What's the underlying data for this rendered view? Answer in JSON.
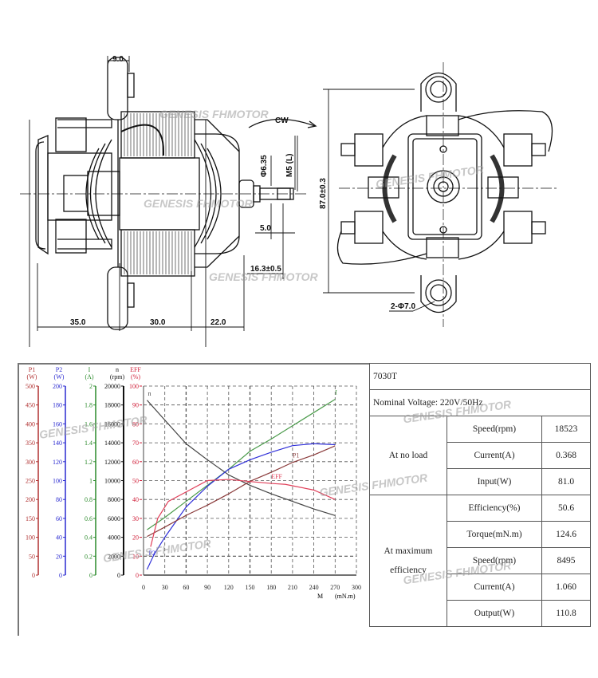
{
  "drawing": {
    "watermark": "GENESIS FHMOTOR",
    "dimensions": {
      "flange_width": "9.0",
      "rotation": "CW",
      "shaft_diameter": "Φ6.35",
      "thread": "M5 (L)",
      "height": "87.0±0.3",
      "shaft_step": "5.0",
      "shaft_length": "16.3±0.5",
      "length_a": "35.0",
      "length_b": "30.0",
      "length_c": "22.0",
      "mount_holes": "2-Φ7.0"
    }
  },
  "chart_data": {
    "type": "line",
    "title": "",
    "xlabel": "M (mN.m)",
    "x_var": "M",
    "x_unit": "(mN.m)",
    "xlim": [
      0,
      300
    ],
    "x_ticks": [
      0,
      30,
      60,
      90,
      120,
      150,
      180,
      210,
      240,
      270,
      300
    ],
    "grid": true,
    "axes": [
      {
        "name": "P1",
        "unit": "(W)",
        "color": "#b03030",
        "range": [
          0,
          500
        ],
        "ticks": [
          0,
          50,
          100,
          150,
          200,
          250,
          300,
          350,
          400,
          450,
          500
        ]
      },
      {
        "name": "P2",
        "unit": "(W)",
        "color": "#2a2ad0",
        "range": [
          0,
          200
        ],
        "ticks": [
          0,
          20,
          40,
          60,
          80,
          100,
          120,
          140,
          160,
          180,
          200
        ]
      },
      {
        "name": "I",
        "unit": "(A)",
        "color": "#2a8a2a",
        "range": [
          0,
          2
        ],
        "ticks": [
          0,
          0.2,
          0.4,
          0.6,
          0.8,
          1,
          1.2,
          1.4,
          1.6,
          1.8,
          2
        ]
      },
      {
        "name": "n",
        "unit": "(rpm)",
        "color": "#111111",
        "range": [
          0,
          20000
        ],
        "ticks": [
          0,
          2000,
          4000,
          6000,
          8000,
          10000,
          12000,
          14000,
          16000,
          18000,
          20000
        ]
      },
      {
        "name": "EFF",
        "unit": "(%)",
        "color": "#d0203a",
        "range": [
          0,
          100
        ],
        "ticks": [
          0,
          10,
          20,
          30,
          40,
          50,
          60,
          70,
          80,
          90,
          100
        ]
      }
    ],
    "series": [
      {
        "name": "n",
        "label": "n",
        "color": "#444444",
        "x": [
          5,
          30,
          60,
          90,
          120,
          150,
          180,
          210,
          240,
          270
        ],
        "values": [
          18500,
          16400,
          13900,
          12200,
          10600,
          9500,
          8600,
          7800,
          7000,
          6300
        ]
      },
      {
        "name": "I",
        "label": "I",
        "color": "#4a9a4a",
        "x": [
          5,
          30,
          60,
          90,
          120,
          150,
          180,
          210,
          240,
          270
        ],
        "values": [
          0.48,
          0.61,
          0.78,
          0.95,
          1.12,
          1.31,
          1.44,
          1.58,
          1.72,
          1.86
        ]
      },
      {
        "name": "P2",
        "label": "P2",
        "color": "#3030d8",
        "x": [
          5,
          15,
          30,
          60,
          90,
          120,
          150,
          180,
          210,
          240,
          270
        ],
        "values": [
          6,
          22,
          40,
          72,
          94,
          112,
          122,
          130,
          137,
          139,
          138
        ]
      },
      {
        "name": "P1",
        "label": "P1",
        "color": "#8a3a3a",
        "x": [
          5,
          30,
          60,
          90,
          120,
          150,
          180,
          210,
          240,
          270
        ],
        "values": [
          102,
          127,
          158,
          185,
          215,
          248,
          272,
          298,
          318,
          342
        ]
      },
      {
        "name": "EFF",
        "label": "EFF",
        "color": "#e0405a",
        "x": [
          10,
          20,
          35,
          60,
          90,
          120,
          150,
          180,
          200,
          240,
          270
        ],
        "values": [
          15,
          30,
          39,
          44,
          50,
          50.6,
          49.5,
          48.5,
          48,
          45,
          40
        ]
      }
    ],
    "legend": "inline-labels"
  },
  "specs": {
    "model": "7030T",
    "nominal_voltage_label": "Nominal Voltage:",
    "nominal_voltage_value": "220V/50Hz",
    "no_load": {
      "label": "At no load",
      "rows": [
        {
          "param": "Speed(rpm)",
          "value": "18523"
        },
        {
          "param": "Current(A)",
          "value": "0.368"
        },
        {
          "param": "Input(W)",
          "value": "81.0"
        }
      ]
    },
    "max_eff": {
      "label_line1": "At maximum",
      "label_line2": "efficiency",
      "rows": [
        {
          "param": "Efficiency(%)",
          "value": "50.6"
        },
        {
          "param": "Torque(mN.m)",
          "value": "124.6"
        },
        {
          "param": "Speed(rpm)",
          "value": "8495"
        },
        {
          "param": "Current(A)",
          "value": "1.060"
        },
        {
          "param": "Output(W)",
          "value": "110.8"
        }
      ]
    }
  }
}
